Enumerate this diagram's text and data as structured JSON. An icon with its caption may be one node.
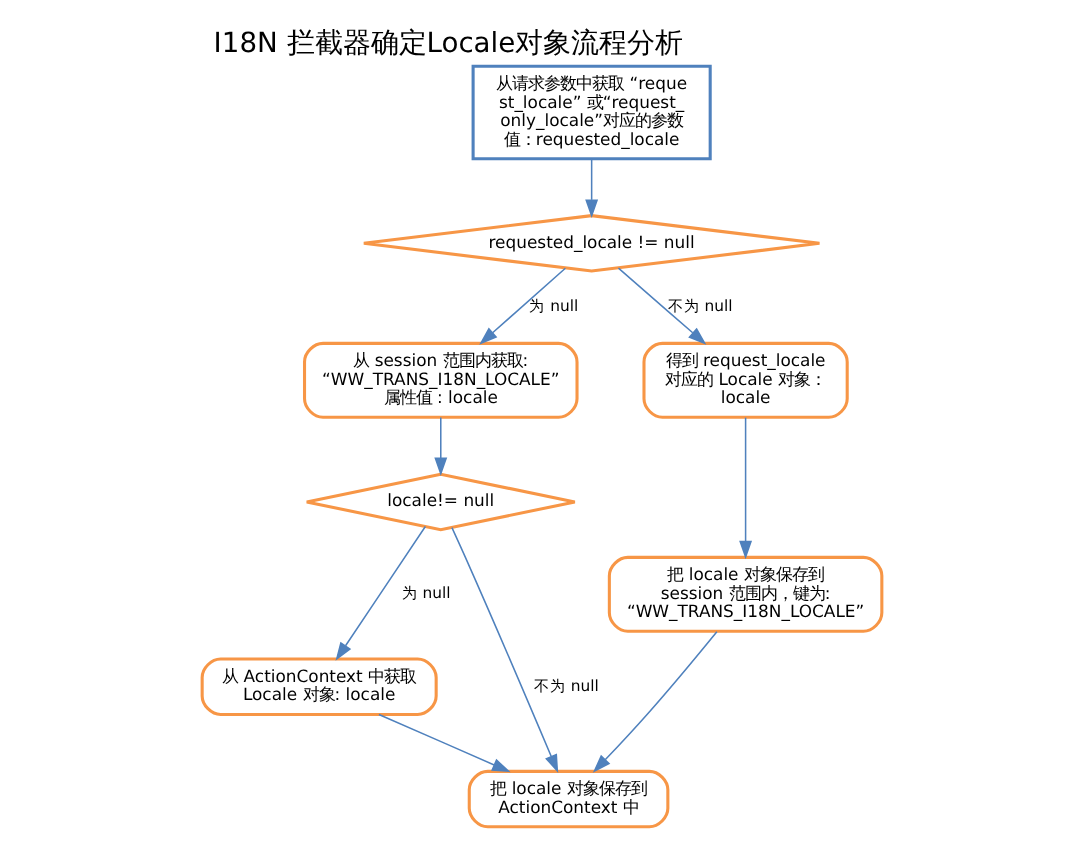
{
  "diagram": {
    "title": "I18N 拦截器确定Locale对象流程分析",
    "nodes": [
      {
        "text": [
          "从请求参数中获取 “request_locale” 或“request_only_locale”对应的参数值：requested_locale"
        ]
      },
      {
        "text": [
          "requested_locale != null"
        ]
      },
      {
        "text": [
          "从 session 范围内获取: “WW_TRANS_I18N_LOCALE” 属性值 : locale"
        ]
      },
      {
        "text": [
          "得到 request_locale 对应的 Locale 对象： locale"
        ]
      },
      {
        "text": [
          "locale!= null"
        ]
      },
      {
        "text": [
          "把 locale 对象保存到 session 范围内，键为: “WW_TRANS_I18N_LOCALE”"
        ]
      },
      {
        "text": [
          "从 ActionContext 中获取 Locale 对象: locale"
        ]
      },
      {
        "text": [
          "把 locale 对象保存到 ActionContext 中"
        ]
      }
    ],
    "edges": [
      {
        "from": 0,
        "to": 1,
        "arrow": "to"
      },
      {
        "from": 1,
        "to": 2,
        "arrow": "to",
        "label": "为 null"
      },
      {
        "from": 1,
        "to": 3,
        "arrow": "to",
        "label": "不为 null"
      },
      {
        "from": 2,
        "to": 4,
        "arrow": "to"
      },
      {
        "from": 3,
        "to": 5,
        "arrow": "to"
      },
      {
        "from": 4,
        "to": 6,
        "arrow": "to",
        "label": "为 null"
      },
      {
        "from": 4,
        "to": 7,
        "arrow": "to",
        "label": "不为 null"
      },
      {
        "from": 5,
        "to": 7,
        "arrow": "to"
      },
      {
        "from": 6,
        "to": 7,
        "arrow": "to"
      }
    ]
  }
}
